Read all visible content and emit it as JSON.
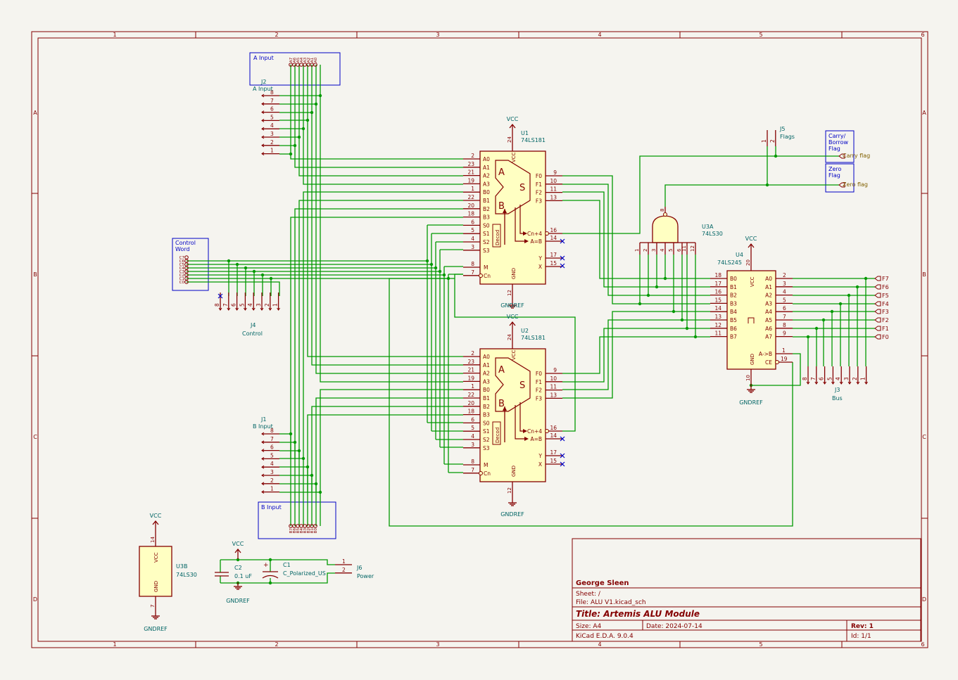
{
  "frame": {
    "columns": [
      "1",
      "2",
      "3",
      "4",
      "5",
      "6"
    ],
    "rows": [
      "A",
      "B",
      "C",
      "D"
    ]
  },
  "title_block": {
    "company": "George Sleen",
    "sheet": "Sheet: /",
    "file": "File: ALU V1.kicad_sch",
    "title": "Title: Artemis ALU Module",
    "size": "Size: A4",
    "date": "Date: 2024-07-14",
    "rev": "Rev: 1",
    "tool": "KiCad E.D.A. 9.0.4",
    "id": "Id: 1/1"
  },
  "boxes": {
    "a_input": "A Input",
    "b_input": "B Input",
    "control_word": [
      "Control",
      "Word"
    ],
    "carry": [
      "Carry/",
      "Borrow",
      "Flag"
    ],
    "zero": [
      "Zero",
      "Flag"
    ]
  },
  "power": {
    "vcc": "VCC",
    "gndref": "GNDREF"
  },
  "u1": {
    "ref": "U1",
    "value": "74LS181"
  },
  "u2": {
    "ref": "U2",
    "value": "74LS181"
  },
  "alu_pins_left": [
    {
      "num": "2",
      "name": "A0"
    },
    {
      "num": "23",
      "name": "A1"
    },
    {
      "num": "21",
      "name": "A2"
    },
    {
      "num": "19",
      "name": "A3"
    },
    {
      "num": "1",
      "name": "B0"
    },
    {
      "num": "22",
      "name": "B1"
    },
    {
      "num": "20",
      "name": "B2"
    },
    {
      "num": "18",
      "name": "B3"
    },
    {
      "num": "6",
      "name": "S0"
    },
    {
      "num": "5",
      "name": "S1"
    },
    {
      "num": "4",
      "name": "S2"
    },
    {
      "num": "3",
      "name": "S3"
    }
  ],
  "alu_pins_mc": [
    {
      "num": "8",
      "name": "M"
    },
    {
      "num": "7",
      "name": "Cn"
    }
  ],
  "alu_pins_right": [
    {
      "num": "9",
      "name": "F0"
    },
    {
      "num": "10",
      "name": "F1"
    },
    {
      "num": "11",
      "name": "F2"
    },
    {
      "num": "13",
      "name": "F3"
    }
  ],
  "alu_pins_right2": [
    {
      "num": "16",
      "name": "Cn+4"
    },
    {
      "num": "14",
      "name": "A=B"
    },
    {
      "num": "17",
      "name": "Y"
    },
    {
      "num": "15",
      "name": "X"
    }
  ],
  "alu_misc": {
    "vcc_pin": "24",
    "gnd_pin": "12",
    "vcc": "VCC",
    "gnd": "GND",
    "decod": "Decod",
    "a": "A",
    "b": "B",
    "s": "S"
  },
  "j2": {
    "ref": "J2",
    "value": "A Input",
    "pins": [
      "8",
      "7",
      "6",
      "5",
      "4",
      "3",
      "2",
      "1"
    ]
  },
  "j1": {
    "ref": "J1",
    "value": "B Input",
    "pins": [
      "8",
      "7",
      "6",
      "5",
      "4",
      "3",
      "2",
      "1"
    ]
  },
  "j4": {
    "ref": "J4",
    "value": "Control",
    "pins": [
      "8",
      "7",
      "6",
      "5",
      "4",
      "3",
      "2",
      "1"
    ]
  },
  "j3": {
    "ref": "J3",
    "value": "Bus",
    "pins": [
      "8",
      "7",
      "6",
      "5",
      "4",
      "3",
      "2",
      "1"
    ]
  },
  "j5": {
    "ref": "J5",
    "value": "Flags",
    "pins": [
      "1",
      "2"
    ]
  },
  "j6": {
    "ref": "J6",
    "value": "Power",
    "pins": [
      "1",
      "2"
    ]
  },
  "u3a": {
    "ref": "U3A",
    "value": "74LS30",
    "out_pin": "8",
    "in_pins": [
      "1",
      "2",
      "3",
      "4",
      "5",
      "6",
      "11",
      "12"
    ]
  },
  "u3b": {
    "ref": "U3B",
    "value": "74LS30",
    "vcc_pin": "14",
    "gnd_pin": "7",
    "vcc": "VCC",
    "gnd": "GND"
  },
  "u4": {
    "ref": "U4",
    "value": "74LS245",
    "vcc_pin": "20",
    "gnd_pin": "10",
    "vcc": "VCC",
    "gnd": "GND",
    "left": [
      {
        "num": "18",
        "name": "B0"
      },
      {
        "num": "17",
        "name": "B1"
      },
      {
        "num": "16",
        "name": "B2"
      },
      {
        "num": "15",
        "name": "B3"
      },
      {
        "num": "14",
        "name": "B4"
      },
      {
        "num": "13",
        "name": "B5"
      },
      {
        "num": "12",
        "name": "B6"
      },
      {
        "num": "11",
        "name": "B7"
      }
    ],
    "right": [
      {
        "num": "2",
        "name": "A0"
      },
      {
        "num": "3",
        "name": "A1"
      },
      {
        "num": "4",
        "name": "A2"
      },
      {
        "num": "5",
        "name": "A3"
      },
      {
        "num": "6",
        "name": "A4"
      },
      {
        "num": "7",
        "name": "A5"
      },
      {
        "num": "8",
        "name": "A6"
      },
      {
        "num": "9",
        "name": "A7"
      }
    ],
    "dir": {
      "num": "1",
      "name": "A->B"
    },
    "ce": {
      "num": "19",
      "name": "CE"
    }
  },
  "c1": {
    "ref": "C1",
    "value": "C_Polarized_US"
  },
  "c2": {
    "ref": "C2",
    "value": "0.1 uF"
  },
  "labels": {
    "carry_flag": "Carry flag",
    "zero_flag": "Zero flag",
    "bus": [
      "F7",
      "F6",
      "F5",
      "F4",
      "F3",
      "F2",
      "F1",
      "F0"
    ],
    "bus_a": [
      "A7",
      "A6",
      "A5",
      "A4",
      "A3",
      "A2",
      "A1",
      "A0"
    ],
    "bus_b": [
      "B7",
      "B6",
      "B5",
      "B4",
      "B3",
      "B2",
      "B1",
      "B0"
    ],
    "ctl": [
      "C7",
      "C6",
      "C5",
      "C4",
      "C3",
      "C2",
      "C1",
      "C0"
    ],
    "no_connect": "×"
  }
}
